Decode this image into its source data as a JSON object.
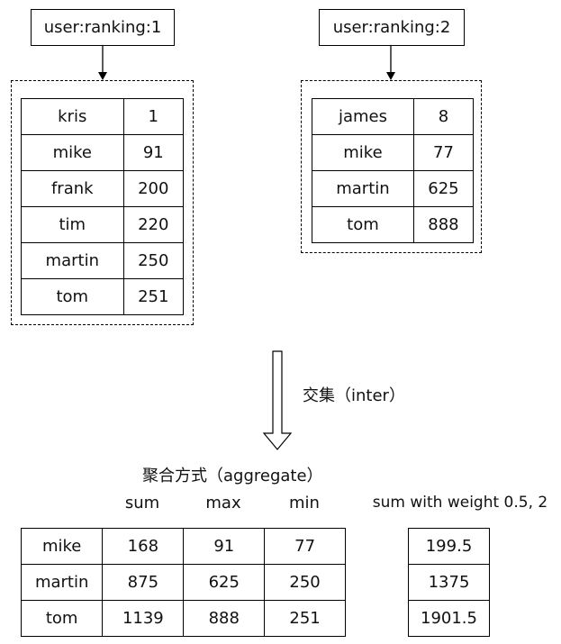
{
  "sets": [
    {
      "key": "user:ranking:1",
      "rows": [
        {
          "member": "kris",
          "score": "1"
        },
        {
          "member": "mike",
          "score": "91"
        },
        {
          "member": "frank",
          "score": "200"
        },
        {
          "member": "tim",
          "score": "220"
        },
        {
          "member": "martin",
          "score": "250"
        },
        {
          "member": "tom",
          "score": "251"
        }
      ]
    },
    {
      "key": "user:ranking:2",
      "rows": [
        {
          "member": "james",
          "score": "8"
        },
        {
          "member": "mike",
          "score": "77"
        },
        {
          "member": "martin",
          "score": "625"
        },
        {
          "member": "tom",
          "score": "888"
        }
      ]
    }
  ],
  "operation_label": "交集（inter）",
  "aggregate_label": "聚合方式（aggregate）",
  "result": {
    "headers": {
      "sum": "sum",
      "max": "max",
      "min": "min",
      "weighted": "sum with weight 0.5, 2"
    },
    "rows": [
      {
        "member": "mike",
        "sum": "168",
        "max": "91",
        "min": "77",
        "weighted": "199.5"
      },
      {
        "member": "martin",
        "sum": "875",
        "max": "625",
        "min": "250",
        "weighted": "1375"
      },
      {
        "member": "tom",
        "sum": "1139",
        "max": "888",
        "min": "251",
        "weighted": "1901.5"
      }
    ]
  }
}
